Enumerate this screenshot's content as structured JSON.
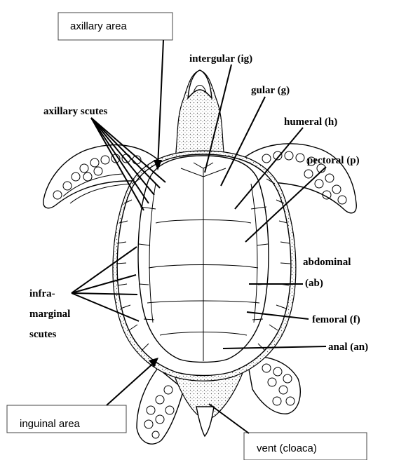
{
  "labels": {
    "axillary_area": "axillary area",
    "intergular": "intergular (ig)",
    "gular": "gular (g)",
    "axillary_scutes": "axillary scutes",
    "humeral": "humeral (h)",
    "pectoral": "pectoral (p)",
    "abdominal_line1": "abdominal",
    "abdominal_line2": "(ab)",
    "infra_line1": "infra-",
    "infra_line2": "marginal",
    "infra_line3": "scutes",
    "femoral": "femoral (f)",
    "anal": "anal (an)",
    "inguinal_area": "inguinal area",
    "vent": "vent (cloaca)"
  }
}
